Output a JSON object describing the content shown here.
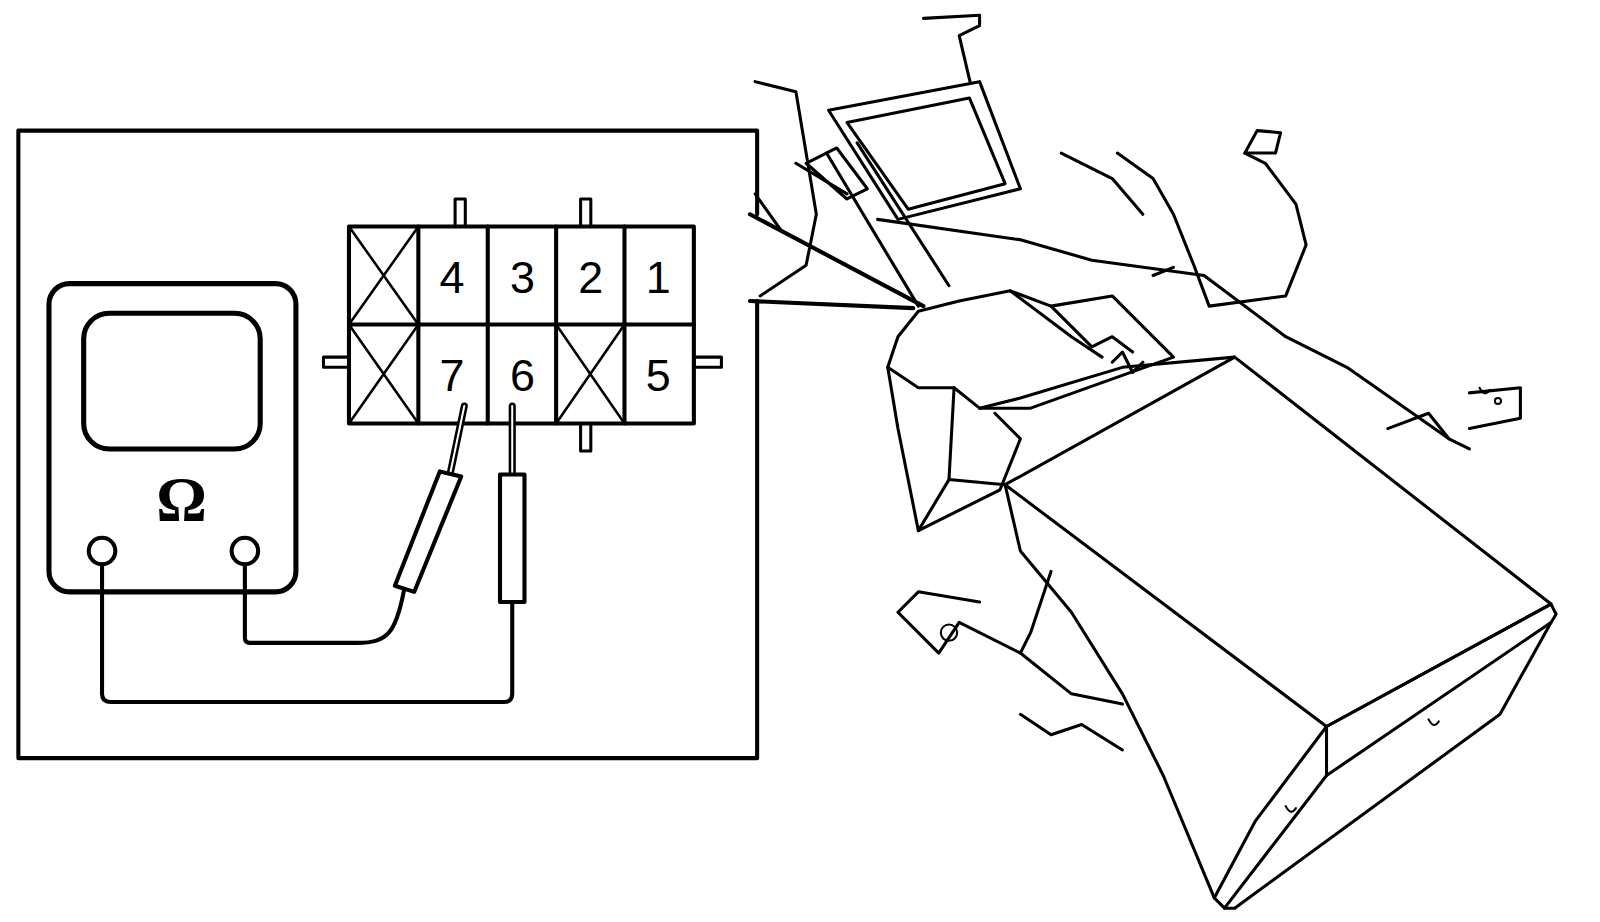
{
  "diagram": {
    "labels": [
      "4",
      "3",
      "2",
      "1",
      "7",
      "6",
      "5",
      "Ω"
    ]
  }
}
